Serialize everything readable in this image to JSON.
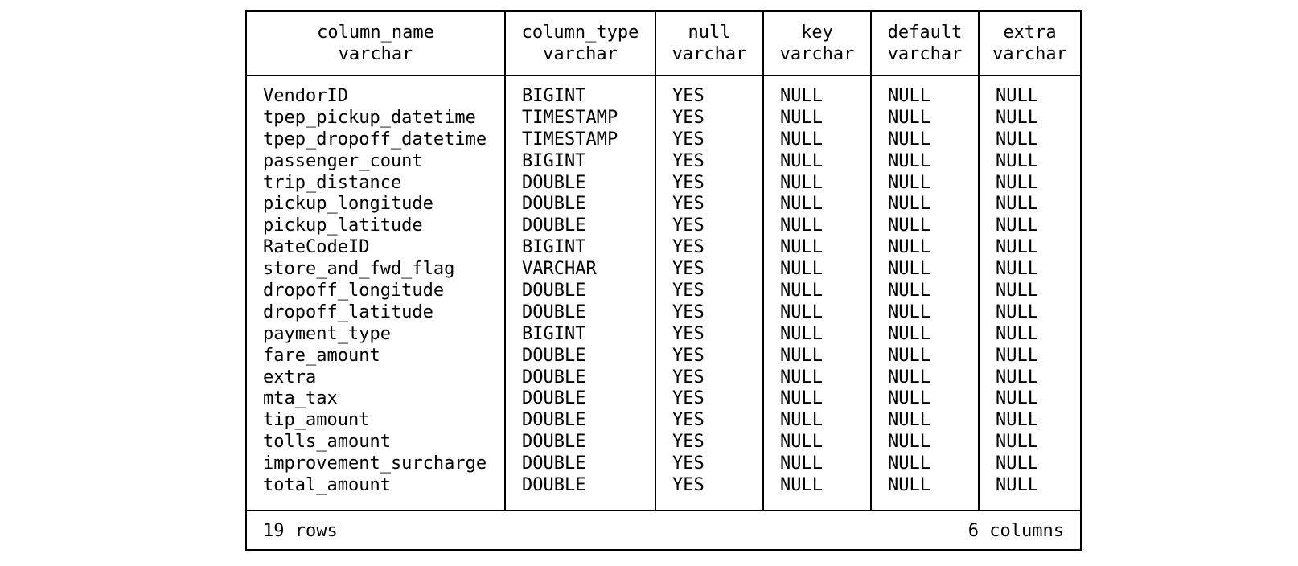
{
  "table": {
    "columns": [
      {
        "name": "column_name",
        "type": "varchar"
      },
      {
        "name": "column_type",
        "type": "varchar"
      },
      {
        "name": "null",
        "type": "varchar"
      },
      {
        "name": "key",
        "type": "varchar"
      },
      {
        "name": "default",
        "type": "varchar"
      },
      {
        "name": "extra",
        "type": "varchar"
      }
    ],
    "rows": [
      [
        "VendorID",
        "BIGINT",
        "YES",
        "NULL",
        "NULL",
        "NULL"
      ],
      [
        "tpep_pickup_datetime",
        "TIMESTAMP",
        "YES",
        "NULL",
        "NULL",
        "NULL"
      ],
      [
        "tpep_dropoff_datetime",
        "TIMESTAMP",
        "YES",
        "NULL",
        "NULL",
        "NULL"
      ],
      [
        "passenger_count",
        "BIGINT",
        "YES",
        "NULL",
        "NULL",
        "NULL"
      ],
      [
        "trip_distance",
        "DOUBLE",
        "YES",
        "NULL",
        "NULL",
        "NULL"
      ],
      [
        "pickup_longitude",
        "DOUBLE",
        "YES",
        "NULL",
        "NULL",
        "NULL"
      ],
      [
        "pickup_latitude",
        "DOUBLE",
        "YES",
        "NULL",
        "NULL",
        "NULL"
      ],
      [
        "RateCodeID",
        "BIGINT",
        "YES",
        "NULL",
        "NULL",
        "NULL"
      ],
      [
        "store_and_fwd_flag",
        "VARCHAR",
        "YES",
        "NULL",
        "NULL",
        "NULL"
      ],
      [
        "dropoff_longitude",
        "DOUBLE",
        "YES",
        "NULL",
        "NULL",
        "NULL"
      ],
      [
        "dropoff_latitude",
        "DOUBLE",
        "YES",
        "NULL",
        "NULL",
        "NULL"
      ],
      [
        "payment_type",
        "BIGINT",
        "YES",
        "NULL",
        "NULL",
        "NULL"
      ],
      [
        "fare_amount",
        "DOUBLE",
        "YES",
        "NULL",
        "NULL",
        "NULL"
      ],
      [
        "extra",
        "DOUBLE",
        "YES",
        "NULL",
        "NULL",
        "NULL"
      ],
      [
        "mta_tax",
        "DOUBLE",
        "YES",
        "NULL",
        "NULL",
        "NULL"
      ],
      [
        "tip_amount",
        "DOUBLE",
        "YES",
        "NULL",
        "NULL",
        "NULL"
      ],
      [
        "tolls_amount",
        "DOUBLE",
        "YES",
        "NULL",
        "NULL",
        "NULL"
      ],
      [
        "improvement_surcharge",
        "DOUBLE",
        "YES",
        "NULL",
        "NULL",
        "NULL"
      ],
      [
        "total_amount",
        "DOUBLE",
        "YES",
        "NULL",
        "NULL",
        "NULL"
      ]
    ],
    "footer": {
      "row_count": "19 rows",
      "column_count": "6 columns"
    }
  }
}
